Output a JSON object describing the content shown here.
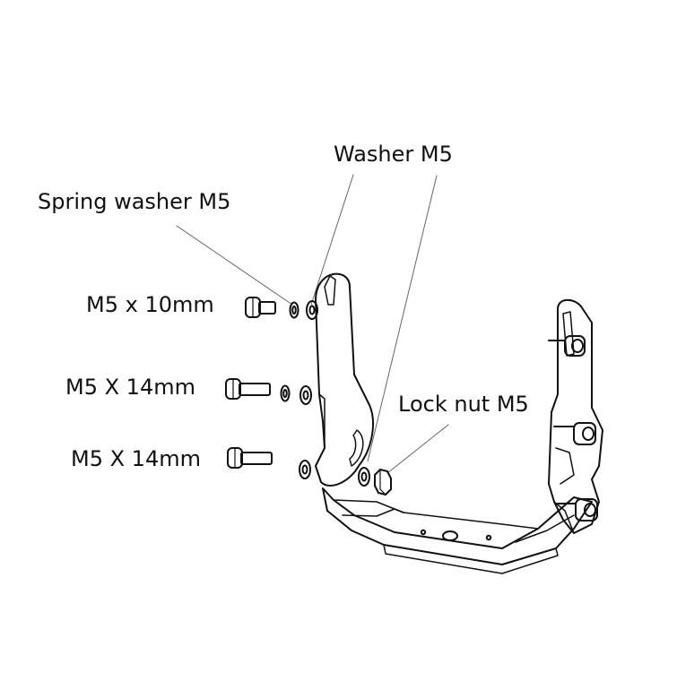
{
  "labels": {
    "washer": "Washer M5",
    "spring_washer": "Spring washer M5",
    "bolt_top": "M5 x 10mm",
    "bolt_middle": "M5 X 14mm",
    "lock_nut": "Lock nut M5",
    "bolt_bottom": "M5 X 14mm"
  },
  "colors": {
    "line": "#111111",
    "leader": "#666666",
    "fill": "#ffffff"
  }
}
